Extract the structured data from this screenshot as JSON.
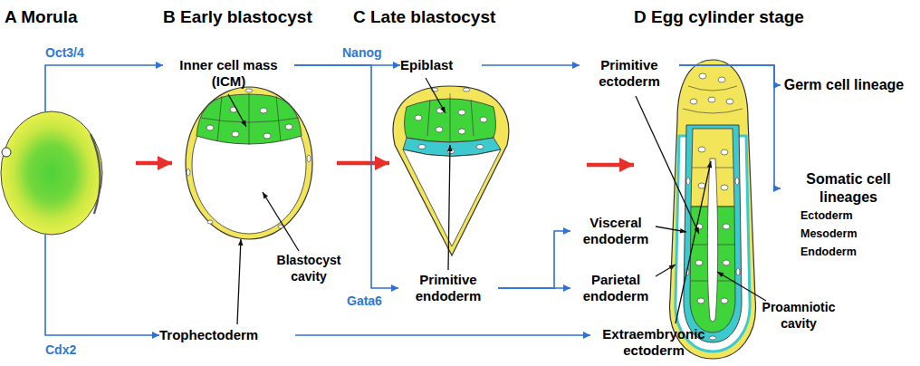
{
  "diagram": {
    "nodes": [
      {
        "text": [
          "A Morula"
        ]
      },
      {
        "text": [
          "B Early blastocyst"
        ]
      },
      {
        "text": [
          "C Late blastocyst"
        ]
      },
      {
        "text": [
          "D Egg cylinder stage"
        ]
      },
      {
        "text": [
          "Inner cell mass (ICM)"
        ]
      },
      {
        "text": [
          "Epiblast"
        ]
      },
      {
        "text": [
          "Primitive ectoderm"
        ]
      },
      {
        "text": [
          "Germ cell lineage"
        ]
      },
      {
        "text": [
          "Somatic cell lineages",
          "Ectoderm",
          "Mesoderm",
          "Endoderm"
        ]
      },
      {
        "text": [
          "Primitive endoderm"
        ]
      },
      {
        "text": [
          "Visceral endoderm"
        ]
      },
      {
        "text": [
          "Parietal endoderm"
        ]
      },
      {
        "text": [
          "Trophectoderm"
        ]
      },
      {
        "text": [
          "Extraembryonic ectoderm"
        ]
      }
    ],
    "edges": [
      {
        "from": 0,
        "to": 1,
        "arrow": "to"
      },
      {
        "from": 1,
        "to": 2,
        "arrow": "to"
      },
      {
        "from": 2,
        "to": 3,
        "arrow": "to"
      },
      {
        "from": 0,
        "to": 4,
        "label": "Oct3/4",
        "arrow": "to"
      },
      {
        "from": 0,
        "to": 12,
        "label": "Cdx2",
        "arrow": "to"
      },
      {
        "from": 4,
        "to": 5,
        "label": "Nanog",
        "arrow": "to"
      },
      {
        "from": 4,
        "to": 9,
        "label": "Gata6",
        "arrow": "to"
      },
      {
        "from": 5,
        "to": 6,
        "arrow": "to"
      },
      {
        "from": 6,
        "to": 7,
        "arrow": "to"
      },
      {
        "from": 6,
        "to": 8,
        "arrow": "to"
      },
      {
        "from": 9,
        "to": 10,
        "arrow": "to"
      },
      {
        "from": 9,
        "to": 11,
        "arrow": "to"
      },
      {
        "from": 12,
        "to": 13,
        "arrow": "to"
      }
    ],
    "labels": [
      "Blastocyst cavity",
      "Proamniotic cavity"
    ]
  }
}
